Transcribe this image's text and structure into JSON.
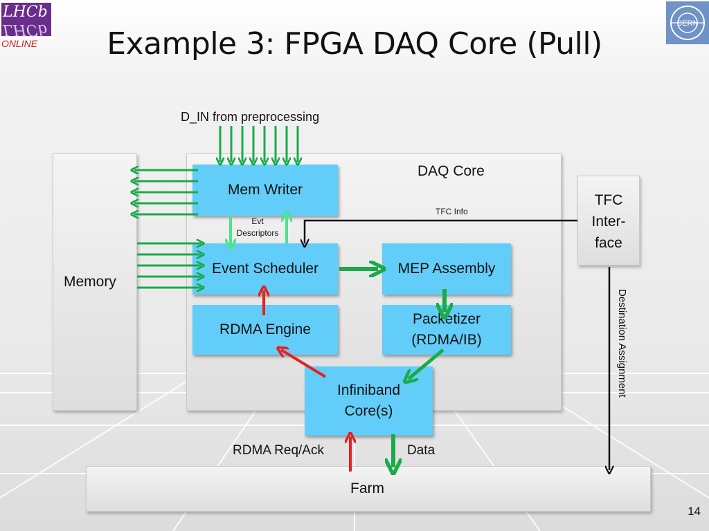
{
  "slide": {
    "title": "Example 3: FPGA DAQ Core (Pull)",
    "page_number": "14"
  },
  "logos": {
    "lhcb_line1": "LHCb",
    "lhcb_line2": "ONLINE",
    "cern": "CERN"
  },
  "diagram": {
    "input_label": "D_IN from preprocessing",
    "memory": "Memory",
    "daq_core": "DAQ Core",
    "mem_writer": "Mem Writer",
    "evt_descriptors_1": "Evt",
    "evt_descriptors_2": "Descriptors",
    "event_scheduler": "Event Scheduler",
    "mep_assembly": "MEP Assembly",
    "rdma_engine": "RDMA Engine",
    "packetizer_1": "Packetizer",
    "packetizer_2": "(RDMA/IB)",
    "infiniband_1": "Infiniband",
    "infiniband_2": "Core(s)",
    "tfc_info": "TFC Info",
    "tfc_1": "TFC",
    "tfc_2": "Inter-",
    "tfc_3": "face",
    "destination_assignment": "Destination Assignment",
    "rdma_req_ack": "RDMA Req/Ack",
    "data": "Data",
    "farm": "Farm"
  },
  "colors": {
    "box_blue": "#63cdf9",
    "arrow_green": "#1aaa4a",
    "arrow_light_green": "#4ee28a",
    "arrow_red": "#e8201e",
    "arrow_black": "#111111"
  }
}
